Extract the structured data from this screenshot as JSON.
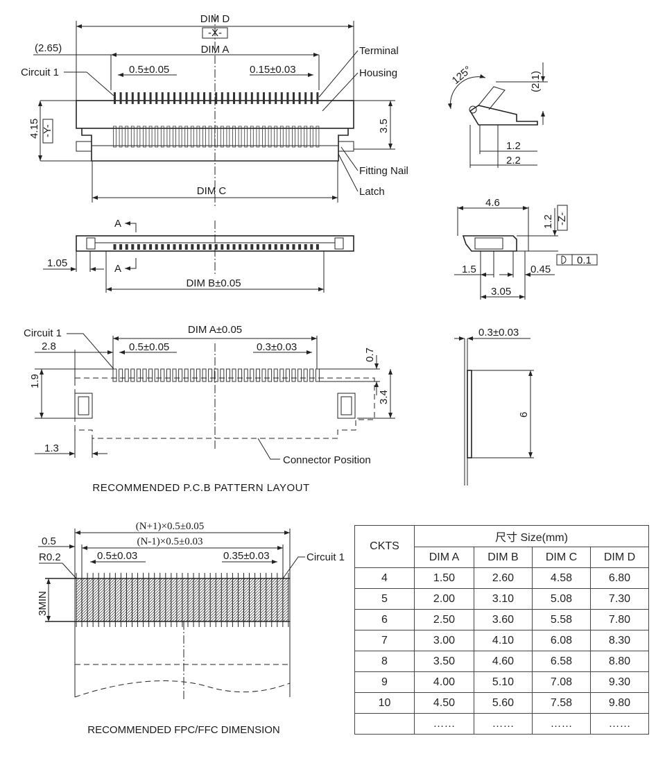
{
  "top_view": {
    "dim_d": "DIM D",
    "x_datum": "-X-",
    "dim_a": "DIM A",
    "offset": "(2.65)",
    "circuit1": "Circuit 1",
    "pitch": "0.5±0.05",
    "pin_width": "0.15±0.03",
    "terminal": "Terminal",
    "housing": "Housing",
    "height": "4.15",
    "y_datum": "-Y-",
    "depth": "3.5",
    "fitting_nail": "Fitting Nail",
    "latch": "Latch",
    "dim_c": "DIM C"
  },
  "front_view": {
    "section_a_top": "A",
    "section_a_bottom": "A",
    "offset": "1.05",
    "dim_b": "DIM B±0.05"
  },
  "pcb_layout": {
    "circuit1": "Circuit 1",
    "dim_a": "DIM A±0.05",
    "edge": "2.8",
    "pitch": "0.5±0.05",
    "pad_width": "0.3±0.03",
    "pad_offset": "0.7",
    "nail_height": "1.9",
    "total_height": "3.4",
    "nail_offset": "1.3",
    "connector_position": "Connector Position",
    "title": "RECOMMENDED P.C.B PATTERN LAYOUT"
  },
  "fpc": {
    "overall": "(N+1)×0.5±0.05",
    "inner": "(N-1)×0.5±0.03",
    "edge": "0.5",
    "radius": "R0.2",
    "pitch": "0.5±0.03",
    "width": "0.35±0.03",
    "circuit1": "Circuit 1",
    "min_len": "3MIN",
    "title": "RECOMMENDED FPC/FFC DIMENSION"
  },
  "side_view": {
    "angle": "125°",
    "actuator": "(2.1)",
    "d1": "1.2",
    "d2": "2.2"
  },
  "section_view": {
    "width": "4.6",
    "height": "1.2",
    "z_datum": "-Z-",
    "d1": "1.5",
    "d2": "0.45",
    "flatness": "0.1",
    "d3": "3.05"
  },
  "stiffener": {
    "thickness": "0.3±0.03",
    "length": "6"
  },
  "table": {
    "ckts_header": "CKTS",
    "size_header": "尺寸 Size(mm)",
    "columns": [
      "DIM A",
      "DIM B",
      "DIM C",
      "DIM D"
    ],
    "rows": [
      [
        "4",
        "1.50",
        "2.60",
        "4.58",
        "6.80"
      ],
      [
        "5",
        "2.00",
        "3.10",
        "5.08",
        "7.30"
      ],
      [
        "6",
        "2.50",
        "3.60",
        "5.58",
        "7.80"
      ],
      [
        "7",
        "3.00",
        "4.10",
        "6.08",
        "8.30"
      ],
      [
        "8",
        "3.50",
        "4.60",
        "6.58",
        "8.80"
      ],
      [
        "9",
        "4.00",
        "5.10",
        "7.08",
        "9.30"
      ],
      [
        "10",
        "4.50",
        "5.60",
        "7.58",
        "9.80"
      ],
      [
        "",
        "……",
        "……",
        "……",
        "……"
      ]
    ]
  }
}
